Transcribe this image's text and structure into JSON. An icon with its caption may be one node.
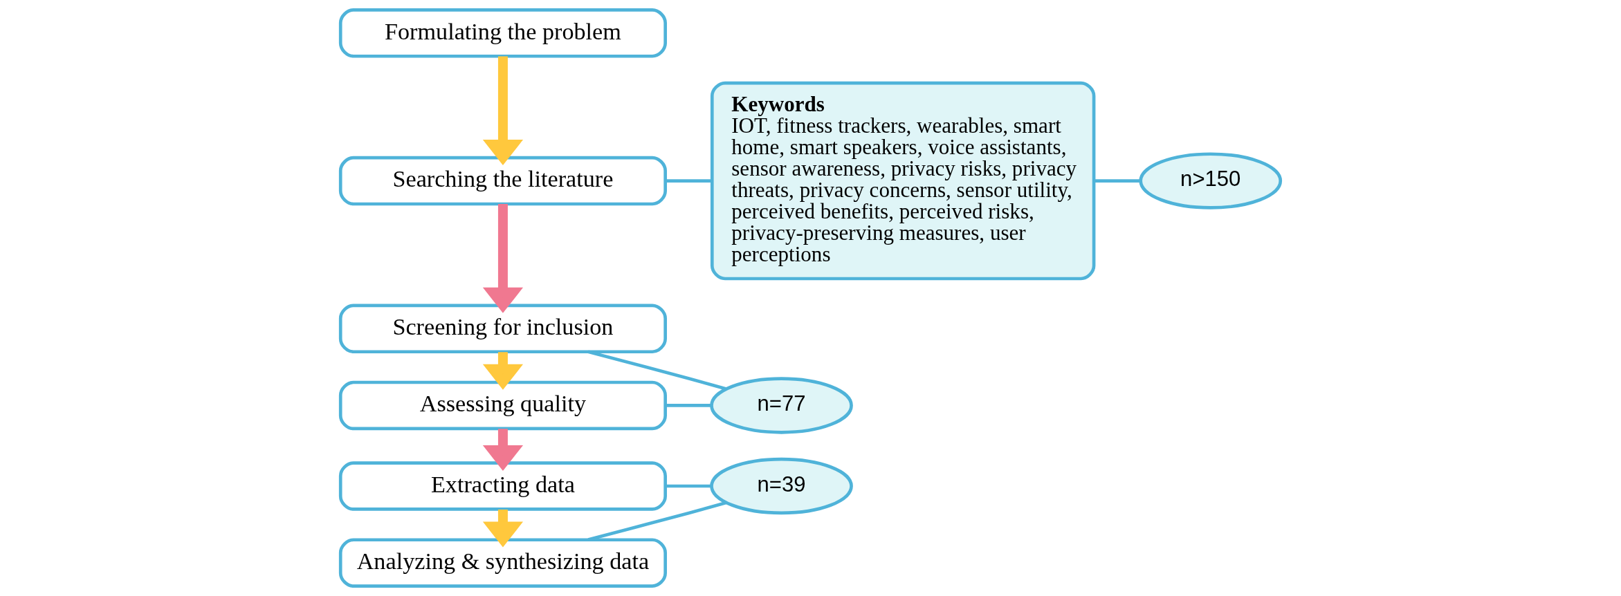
{
  "diagram": {
    "nodes": [
      {
        "text": [
          "Formulating the problem"
        ]
      },
      {
        "text": [
          "Searching the literature"
        ]
      },
      {
        "text": [
          "Screening for inclusion"
        ]
      },
      {
        "text": [
          "Assessing quality"
        ]
      },
      {
        "text": [
          "Extracting data"
        ]
      },
      {
        "text": [
          "Analyzing & synthesizing data"
        ]
      },
      {
        "text": [
          "Keywords",
          "IOT, fitness trackers, wearables, smart home, smart speakers, voice assistants, sensor awareness, privacy risks, privacy threats, privacy concerns, sensor utility, perceived benefits, perceived risks, privacy-preserving measures, user perceptions"
        ]
      },
      {
        "text": [
          "n>150"
        ]
      },
      {
        "text": [
          "n=77"
        ]
      },
      {
        "text": [
          "n=39"
        ]
      }
    ],
    "edges": [
      {
        "from": 0,
        "to": 1,
        "arrow": "to",
        "style": "thick",
        "color": "#ffc83d"
      },
      {
        "from": 1,
        "to": 2,
        "arrow": "to",
        "style": "thick",
        "color": "#f07890"
      },
      {
        "from": 2,
        "to": 3,
        "arrow": "to",
        "style": "thick",
        "color": "#ffc83d"
      },
      {
        "from": 3,
        "to": 4,
        "arrow": "to",
        "style": "thick",
        "color": "#f07890"
      },
      {
        "from": 4,
        "to": 5,
        "arrow": "to",
        "style": "thick",
        "color": "#ffc83d"
      },
      {
        "from": 1,
        "to": 6,
        "arrow": "none"
      },
      {
        "from": 6,
        "to": 7,
        "arrow": "none"
      },
      {
        "from": 2,
        "to": 8,
        "arrow": "none"
      },
      {
        "from": 3,
        "to": 8,
        "arrow": "none"
      },
      {
        "from": 4,
        "to": 9,
        "arrow": "none"
      },
      {
        "from": 5,
        "to": 9,
        "arrow": "none"
      }
    ]
  }
}
